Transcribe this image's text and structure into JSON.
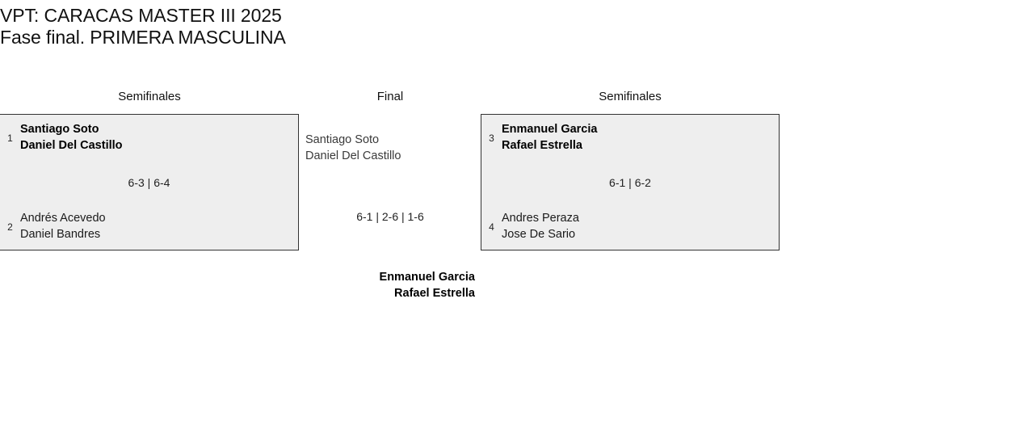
{
  "title": {
    "line1": "VPT: CARACAS MASTER III 2025",
    "line2": "Fase final. PRIMERA MASCULINA"
  },
  "headers": {
    "semifinals_left": "Semifinales",
    "final": "Final",
    "semifinals_right": "Semifinales"
  },
  "colors": {
    "box_background": "#eeeeee",
    "box_border": "#333333",
    "page_background": "#ffffff",
    "text": "#1a1a1a"
  },
  "bracket": {
    "semifinal_1": {
      "round": "Semifinales",
      "top_team": {
        "seed": "1",
        "player1": "Santiago Soto",
        "player2": "Daniel Del Castillo",
        "winner": true
      },
      "bottom_team": {
        "seed": "2",
        "player1": "Andrés Acevedo",
        "player2": "Daniel Bandres",
        "winner": false
      },
      "score": "6-3 | 6-4"
    },
    "semifinal_2": {
      "round": "Semifinales",
      "top_team": {
        "seed": "3",
        "player1": "Enmanuel Garcia",
        "player2": "Rafael Estrella",
        "winner": true
      },
      "bottom_team": {
        "seed": "4",
        "player1": "Andres Peraza",
        "player2": "Jose De Sario",
        "winner": false
      },
      "score": "6-1 | 6-2"
    },
    "final": {
      "round": "Final",
      "top_team": {
        "player1": "Santiago Soto",
        "player2": "Daniel Del Castillo",
        "winner": false
      },
      "score": "6-1 | 2-6 | 1-6"
    },
    "champion": {
      "player1": "Enmanuel Garcia",
      "player2": "Rafael Estrella"
    }
  }
}
